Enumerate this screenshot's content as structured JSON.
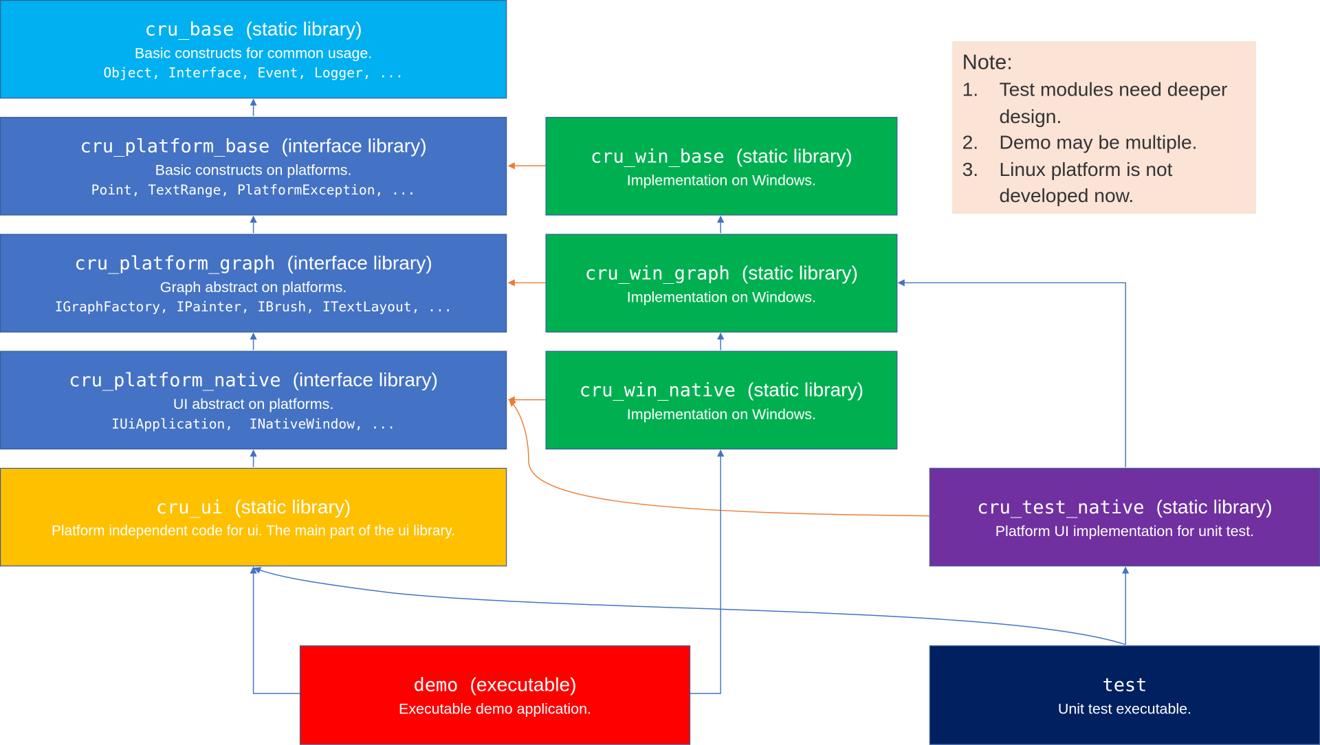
{
  "colors": {
    "base": "#00b0f0",
    "interface": "#4472c4",
    "win": "#00b050",
    "ui": "#ffc000",
    "test_native": "#7030a0",
    "demo": "#ff0000",
    "test": "#002060",
    "note_bg": "#fbe3d6",
    "edge_blue": "#4472c4",
    "edge_orange": "#ed7d31"
  },
  "modules": {
    "cru_base": {
      "name": "cru_base",
      "kind": "(static library)",
      "desc": "Basic constructs for common usage.",
      "code": "Object, Interface, Event, Logger, ..."
    },
    "cru_platform_base": {
      "name": "cru_platform_base",
      "kind": "(interface library)",
      "desc": "Basic constructs on platforms.",
      "code": "Point, TextRange, PlatformException, ..."
    },
    "cru_platform_graph": {
      "name": "cru_platform_graph",
      "kind": "(interface library)",
      "desc": "Graph abstract on platforms.",
      "code": "IGraphFactory, IPainter, IBrush, ITextLayout, ..."
    },
    "cru_platform_native": {
      "name": "cru_platform_native",
      "kind": "(interface library)",
      "desc": "UI abstract on platforms.",
      "code": "IUiApplication,  INativeWindow, ..."
    },
    "cru_ui": {
      "name": "cru_ui",
      "kind": "(static library)",
      "desc": "Platform independent code for ui. The main part of the ui library."
    },
    "cru_win_base": {
      "name": "cru_win_base",
      "kind": "(static library)",
      "desc": "Implementation on Windows."
    },
    "cru_win_graph": {
      "name": "cru_win_graph",
      "kind": "(static library)",
      "desc": "Implementation on Windows."
    },
    "cru_win_native": {
      "name": "cru_win_native",
      "kind": "(static library)",
      "desc": "Implementation on Windows."
    },
    "cru_test_native": {
      "name": "cru_test_native",
      "kind": "(static library)",
      "desc": "Platform UI implementation for unit test."
    },
    "demo": {
      "name": "demo",
      "kind": "(executable)",
      "desc": "Executable demo application."
    },
    "test": {
      "name": "test",
      "desc": "Unit test executable."
    }
  },
  "note": {
    "title": "Note:",
    "items": [
      {
        "num": "1.",
        "text": "Test modules need deeper design."
      },
      {
        "num": "2.",
        "text": "Demo may be multiple."
      },
      {
        "num": "3.",
        "text": "Linux platform is not developed now."
      }
    ]
  },
  "edges": [
    {
      "from": "cru_platform_base",
      "to": "cru_base",
      "kind": "blue"
    },
    {
      "from": "cru_platform_graph",
      "to": "cru_platform_base",
      "kind": "blue"
    },
    {
      "from": "cru_platform_native",
      "to": "cru_platform_graph",
      "kind": "blue"
    },
    {
      "from": "cru_ui",
      "to": "cru_platform_native",
      "kind": "blue"
    },
    {
      "from": "cru_win_base",
      "to": "cru_platform_base",
      "kind": "orange"
    },
    {
      "from": "cru_win_graph",
      "to": "cru_platform_graph",
      "kind": "orange"
    },
    {
      "from": "cru_win_native",
      "to": "cru_platform_native",
      "kind": "orange"
    },
    {
      "from": "cru_win_graph",
      "to": "cru_win_base",
      "kind": "blue"
    },
    {
      "from": "cru_win_native",
      "to": "cru_win_graph",
      "kind": "blue"
    },
    {
      "from": "cru_test_native",
      "to": "cru_win_graph",
      "kind": "blue"
    },
    {
      "from": "cru_test_native",
      "to": "cru_platform_native",
      "kind": "orange"
    },
    {
      "from": "demo",
      "to": "cru_ui",
      "kind": "blue"
    },
    {
      "from": "demo",
      "to": "cru_win_native",
      "kind": "blue"
    },
    {
      "from": "test",
      "to": "cru_test_native",
      "kind": "blue"
    },
    {
      "from": "test",
      "to": "cru_ui",
      "kind": "blue"
    }
  ]
}
